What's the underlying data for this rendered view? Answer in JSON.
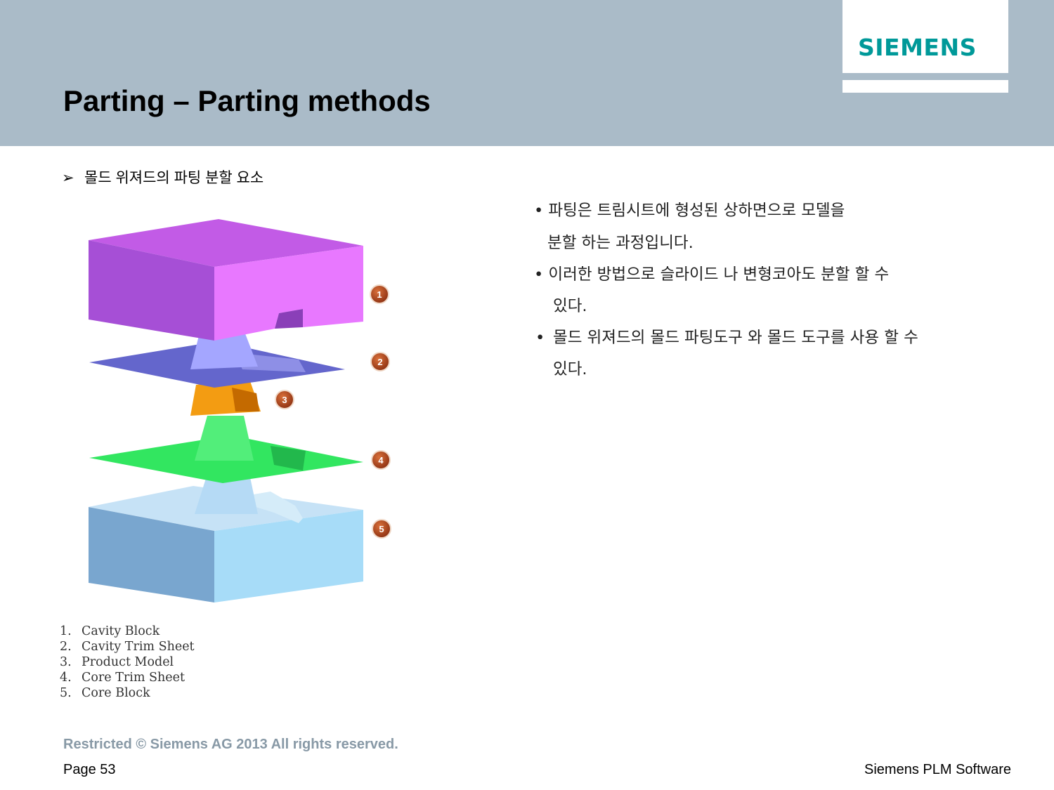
{
  "header": {
    "logo": "SIEMENS",
    "title": "Parting – Parting methods"
  },
  "subheading": {
    "marker": "➢",
    "text": "몰드 위져드의 파팅 분할 요소"
  },
  "figure": {
    "callouts": [
      "1",
      "2",
      "3",
      "4",
      "5"
    ],
    "legend": [
      {
        "num": "1.",
        "label": "Cavity Block"
      },
      {
        "num": "2.",
        "label": "Cavity Trim Sheet"
      },
      {
        "num": "3.",
        "label": "Product Model"
      },
      {
        "num": "4.",
        "label": "Core Trim Sheet"
      },
      {
        "num": "5.",
        "label": "Core Block"
      }
    ]
  },
  "bullets": {
    "b1_line1": "• 파팅은  트림시트에 형성된 상하면으로 모델을",
    "b1_line2": "분할 하는 과정입니다.",
    "b2_line1": "• 이러한 방법으로 슬라이드 나 변형코아도 분할 할 수",
    "b2_line2": "있다.",
    "b3_marker": "•",
    "b3_line1": "몰드 위져드의 몰드 파팅도구 와 몰드 도구를 사용 할 수",
    "b3_line2": "있다."
  },
  "footer": {
    "copyright": "Restricted © Siemens AG 2013 All rights reserved.",
    "page": "Page 53",
    "company": "Siemens PLM Software"
  }
}
